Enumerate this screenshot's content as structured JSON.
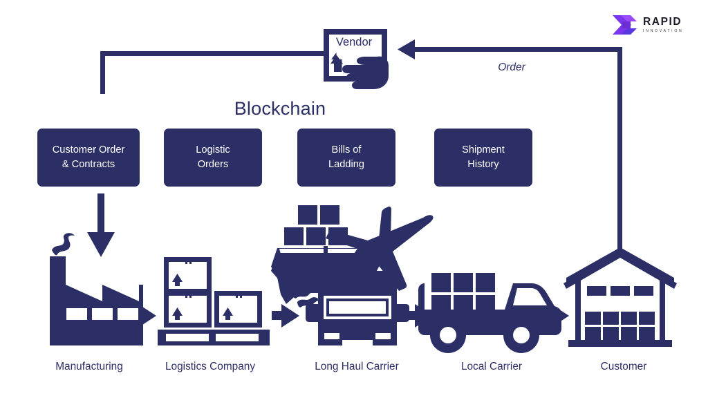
{
  "brand": {
    "name": "RAPID",
    "tagline": "INNOVATION",
    "mark_icon": "rapid-chevron-logo",
    "colors": {
      "mark_light": "#8b3cf0",
      "mark_mid": "#6d3bdd",
      "mark_dark": "#5b2fd6",
      "text": "#1b1b28"
    }
  },
  "theme": {
    "navy": "#2b2f66",
    "background": "#ffffff",
    "box_text": "#ffffff"
  },
  "blockchain": {
    "title": "Blockchain",
    "boxes": [
      {
        "label": "Customer Order\n& Contracts"
      },
      {
        "label": "Logistic\nOrders"
      },
      {
        "label": "Bills of\nLadding"
      },
      {
        "label": "Shipment\nHistory"
      }
    ]
  },
  "vendor": {
    "label": "Vendor",
    "icon": "vendor-terminal-hand-icon"
  },
  "flow": {
    "order_label": "Order",
    "arrows": [
      {
        "name": "order-return-arrow",
        "direction": "left"
      },
      {
        "name": "vendor-to-ledger-connector",
        "direction": "down"
      },
      {
        "name": "ledger-to-manufacturing-arrow",
        "direction": "down"
      },
      {
        "name": "manufacturing-to-logistics-arrow",
        "direction": "right"
      },
      {
        "name": "logistics-to-longhaul-arrow",
        "direction": "right"
      },
      {
        "name": "longhaul-to-local-arrow",
        "direction": "right"
      },
      {
        "name": "local-to-customer-arrow",
        "direction": "right"
      }
    ]
  },
  "supply_chain": {
    "stages": [
      {
        "label": "Manufacturing",
        "icon": "factory-icon"
      },
      {
        "label": "Logistics Company",
        "icon": "pallet-boxes-icon"
      },
      {
        "label": "Long Haul Carrier",
        "icon": "ship-plane-truck-icon"
      },
      {
        "label": "Local Carrier",
        "icon": "delivery-truck-icon"
      },
      {
        "label": "Customer",
        "icon": "warehouse-icon"
      }
    ]
  }
}
